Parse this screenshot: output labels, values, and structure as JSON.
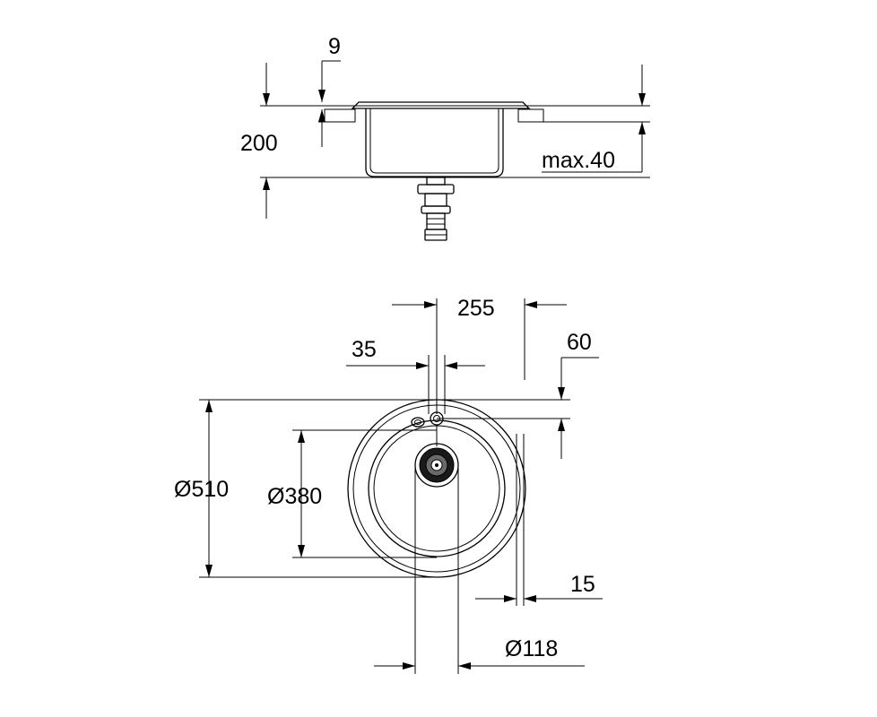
{
  "drawing": {
    "side_view": {
      "flange_thickness": "9",
      "bowl_depth": "200",
      "max_worktop": "max.40"
    },
    "top_view": {
      "tap_offset": "255",
      "tap_hole_spacing": "35",
      "tap_from_edge": "60",
      "outer_diameter": "Ø510",
      "bowl_diameter": "Ø380",
      "rim_width": "15",
      "drain_diameter": "Ø118"
    }
  },
  "colors": {
    "line": "#000000",
    "background": "#ffffff"
  }
}
